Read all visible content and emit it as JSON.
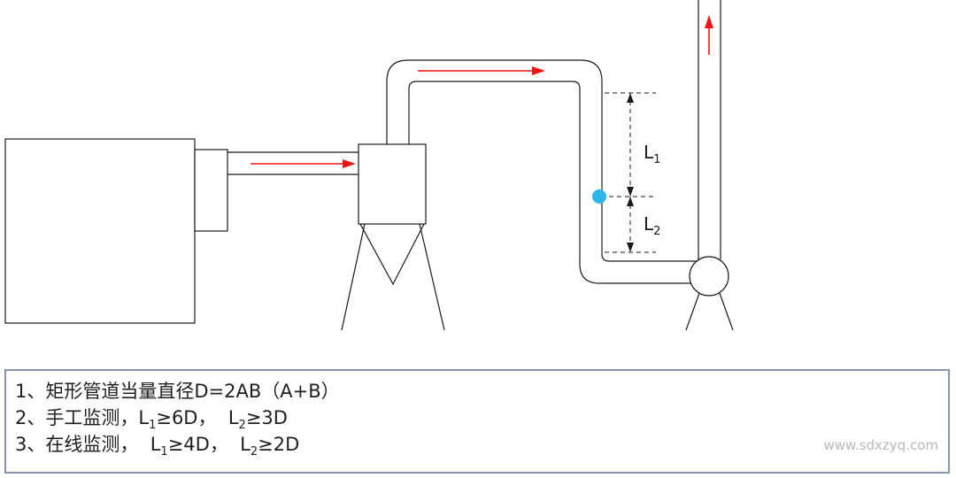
{
  "diagram": {
    "dimension_labels": {
      "l1": {
        "base": "L",
        "sub": "1"
      },
      "l2": {
        "base": "L",
        "sub": "2"
      }
    }
  },
  "notes": {
    "line1": "1、矩形管道当量直径D=2AB（A+B）",
    "line2": {
      "p1": "2、手工监测，L",
      "s1": "1",
      "p2": "≥6D，  L",
      "s2": "2",
      "p3": "≥3D"
    },
    "line3": {
      "p1": "3、在线监测，  L",
      "s1": "1",
      "p2": "≥4D，  L",
      "s2": "2",
      "p3": "≥2D"
    }
  },
  "watermark": "www.sdxzyq.com",
  "colors": {
    "line": "#1a1a1a",
    "flow_arrow": "#f01414",
    "sampling_point": "#29b6e8",
    "note_border": "#8496b0",
    "watermark_text": "#b9b9b9"
  }
}
